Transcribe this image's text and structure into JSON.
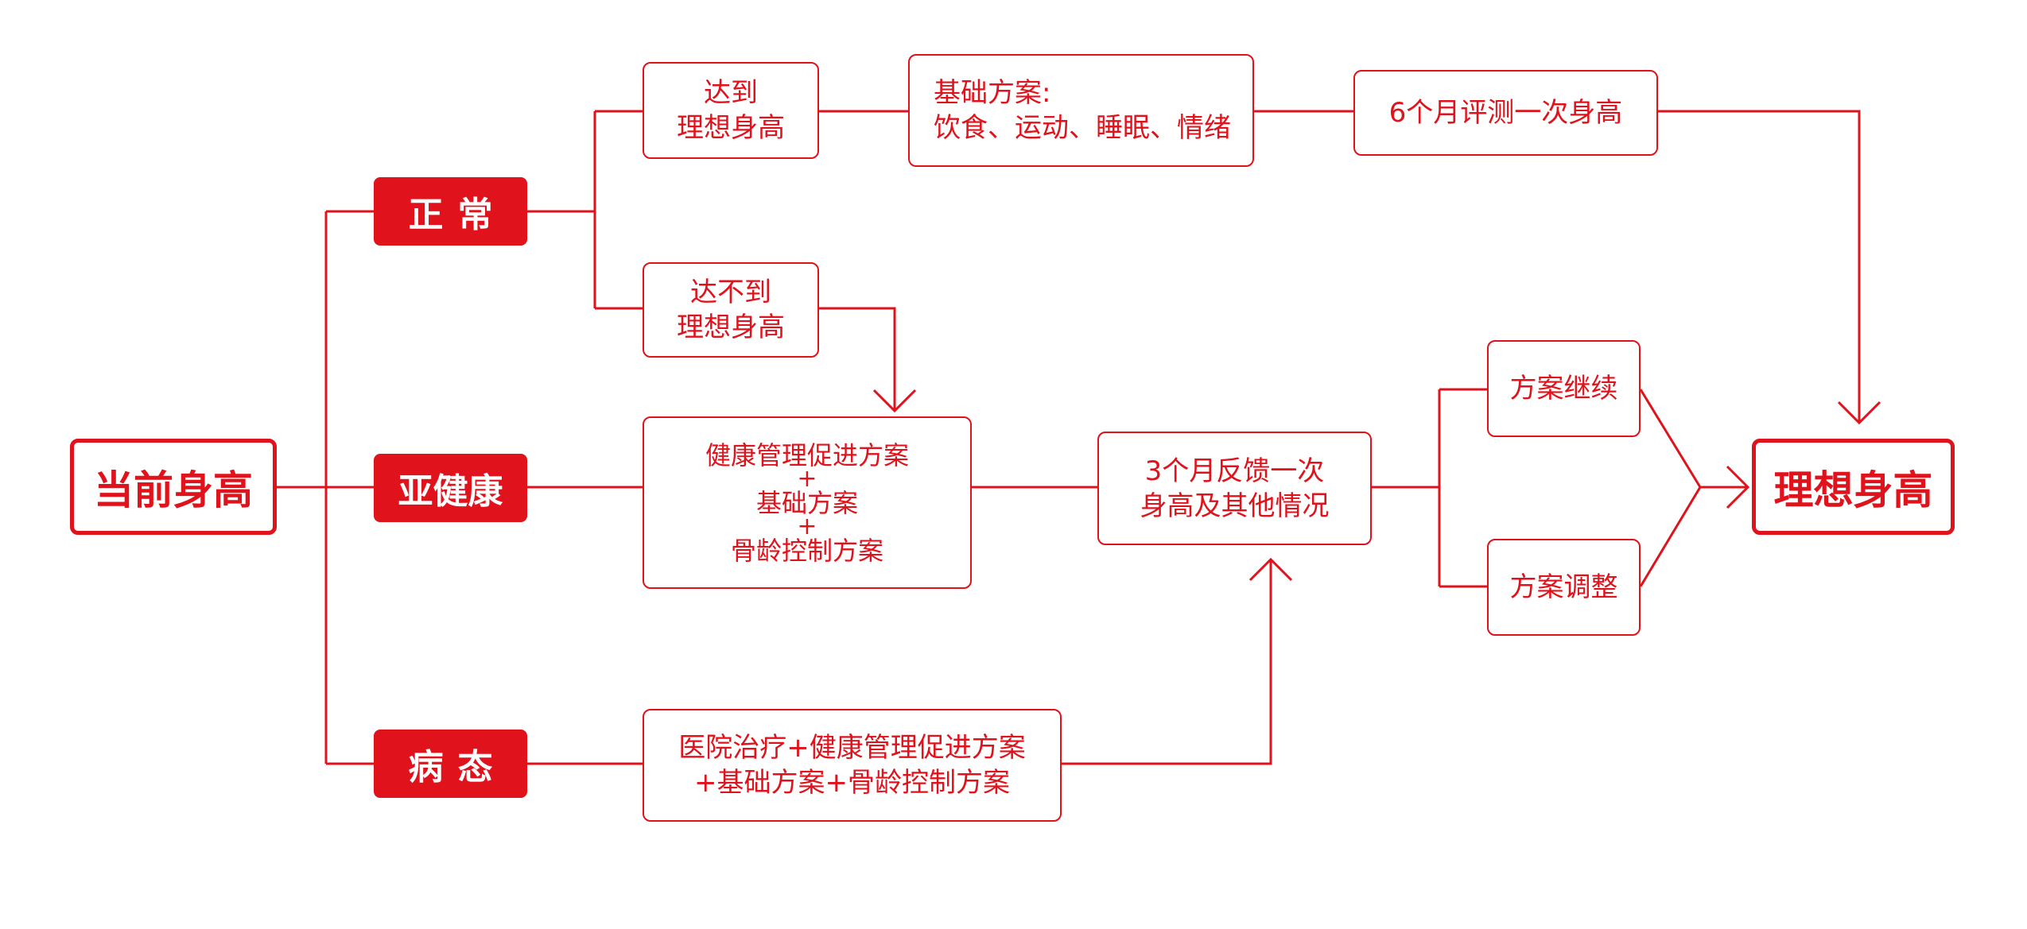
{
  "colors": {
    "accent": "#e0121b",
    "background": "#ffffff"
  },
  "nodes": {
    "current_height": "当前身高",
    "normal": "正常",
    "subhealth": "亚健康",
    "disease": "病态",
    "reach": [
      "达到",
      "理想身高"
    ],
    "not_reach": [
      "达不到",
      "理想身高"
    ],
    "basic_plan": [
      "基础方案:",
      "饮食、运动、睡眠、情绪"
    ],
    "eval_6m": "6个月评测一次身高",
    "subhealth_plan": [
      "健康管理促进方案",
      "+",
      "基础方案",
      "+",
      "骨龄控制方案"
    ],
    "feedback_3m": [
      "3个月反馈一次",
      "身高及其他情况"
    ],
    "plan_continue": "方案继续",
    "plan_adjust": "方案调整",
    "disease_plan": [
      "医院治疗+健康管理促进方案",
      "+基础方案+骨龄控制方案"
    ],
    "ideal_height": "理想身高"
  }
}
